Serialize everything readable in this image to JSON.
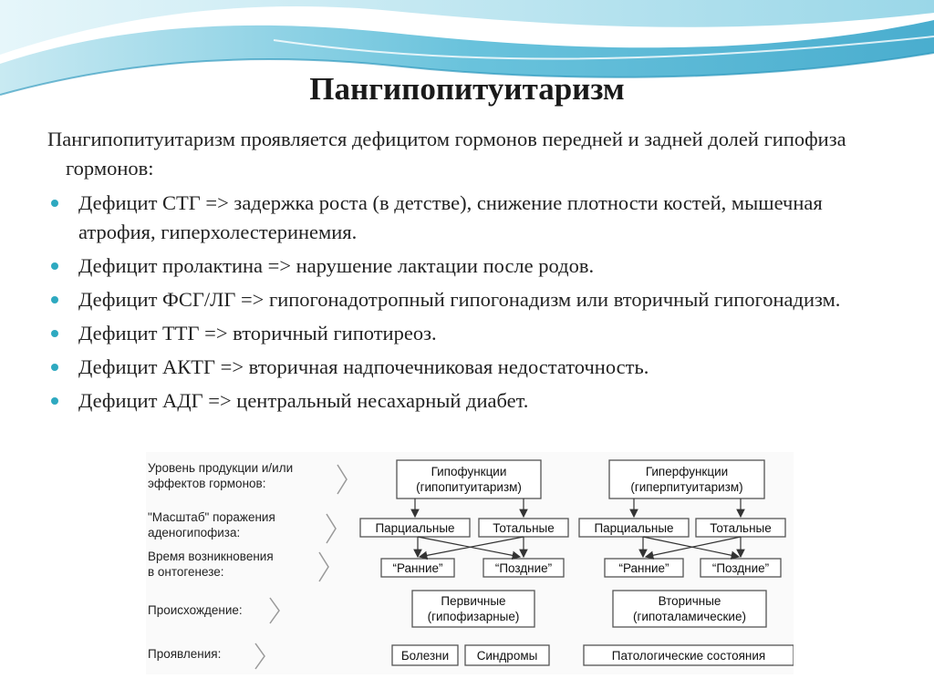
{
  "slide": {
    "title": "Пангипопитуитаризм",
    "intro": "Пангипопитуитаризм проявляется дефицитом гормонов передней и задней долей гипофиза гормонов:",
    "bullets": [
      "Дефицит СТГ => задержка роста (в детстве), снижение плотности костей, мышечная атрофия, гиперхолестеринемия.",
      "Дефицит пролактина => нарушение лактации после родов.",
      "Дефицит ФСГ/ЛГ => гипогонадотропный гипогонадизм или вторичный гипогонадизм.",
      "Дефицит ТТГ => вторичный гипотиреоз.",
      "Дефицит АКТГ => вторичная надпочечниковая недостаточность.",
      "Дефицит АДГ => центральный несахарный диабет."
    ],
    "accent_color": "#2ea9c0"
  },
  "diagram": {
    "left_labels": {
      "level_line1": "Уровень продукции и/или",
      "level_line2": "эффектов гормонов:",
      "scale_line1": "\"Масштаб\" поражения",
      "scale_line2": "аденогипофиза:",
      "time_line1": "Время возникновения",
      "time_line2": "в онтогенезе:",
      "origin": "Происхождение:",
      "manifest": "Проявления:"
    },
    "hypo": {
      "line1": "Гипофункции",
      "line2": "(гипопитуитаризм)",
      "partial": "Парциальные",
      "total": "Тотальные",
      "early": "“Ранние”",
      "late": "“Поздние”"
    },
    "hyper": {
      "line1": "Гиперфункции",
      "line2": "(гиперпитуитаризм)",
      "partial": "Парциальные",
      "total": "Тотальные",
      "early": "“Ранние”",
      "late": "“Поздние”"
    },
    "primary": {
      "line1": "Первичные",
      "line2": "(гипофизарные)"
    },
    "secondary": {
      "line1": "Вторичные",
      "line2": "(гипоталамические)"
    },
    "diseases": "Болезни",
    "syndromes": "Синдромы",
    "pathological": "Патологические состояния"
  }
}
